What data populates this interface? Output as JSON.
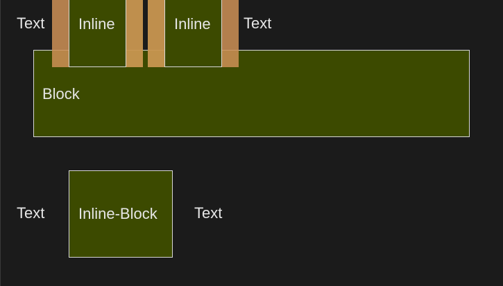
{
  "row1": {
    "text_left": "Text",
    "inline_1": "Inline",
    "inline_2": "Inline",
    "text_right": "Text"
  },
  "block": {
    "label": "Block"
  },
  "row2": {
    "text_left": "Text",
    "inline_block": "Inline-Block",
    "text_right": "Text"
  },
  "colors": {
    "background": "#1b1b1b",
    "box_fill": "#3c4a00",
    "box_border": "#d7d7d7",
    "margin_overlay": "#ce9156",
    "text": "#e6e6e6"
  }
}
